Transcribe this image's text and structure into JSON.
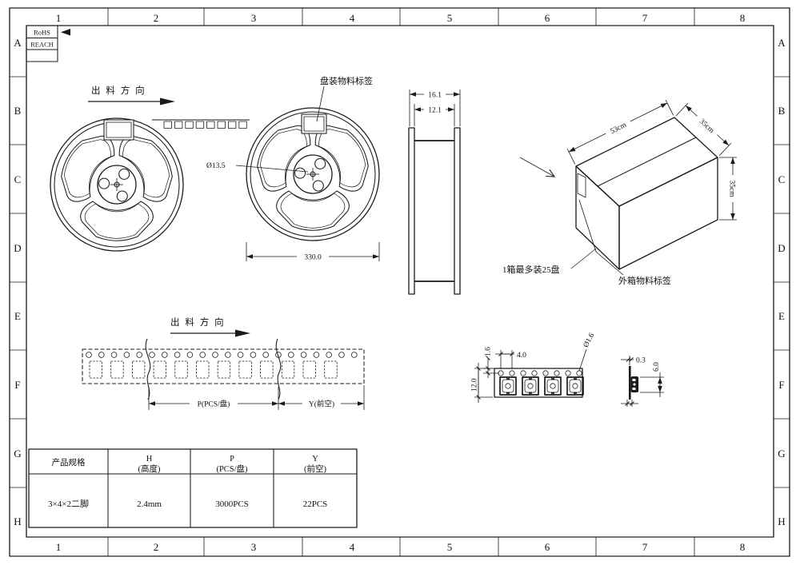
{
  "grid": {
    "cols": [
      "1",
      "2",
      "3",
      "4",
      "5",
      "6",
      "7",
      "8"
    ],
    "rows": [
      "A",
      "B",
      "C",
      "D",
      "E",
      "F",
      "G",
      "H"
    ]
  },
  "stamps": {
    "rohs": "RoHS",
    "reach": "REACH"
  },
  "labels": {
    "direction": "出 料 方 向",
    "reel_label": "盘装物料标签",
    "box_note": "1箱最多装25盘",
    "box_label": "外箱物料标签"
  },
  "dims": {
    "bore": "Ø13.5",
    "reel_od": "330.0",
    "flange_outer": "16.1",
    "flange_inner": "12.1",
    "box_length": "53cm",
    "box_depth": "35cm",
    "box_height": "35cm",
    "pitch": "4.0",
    "edge": "1.6",
    "tape_width": "12.0",
    "hole_dia": "Ø1.6",
    "thickness": "0.3",
    "pocket_height": "6.0",
    "p_span": "P(PCS/盘)",
    "y_span": "Y(前空)"
  },
  "table": {
    "headers": [
      {
        "line1": "产品规格",
        "line2": ""
      },
      {
        "line1": "H",
        "line2": "(高度)"
      },
      {
        "line1": "P",
        "line2": "(PCS/盘)"
      },
      {
        "line1": "Y",
        "line2": "(前空)"
      }
    ],
    "row": [
      "3×4×2二脚",
      "2.4mm",
      "3000PCS",
      "22PCS"
    ]
  }
}
